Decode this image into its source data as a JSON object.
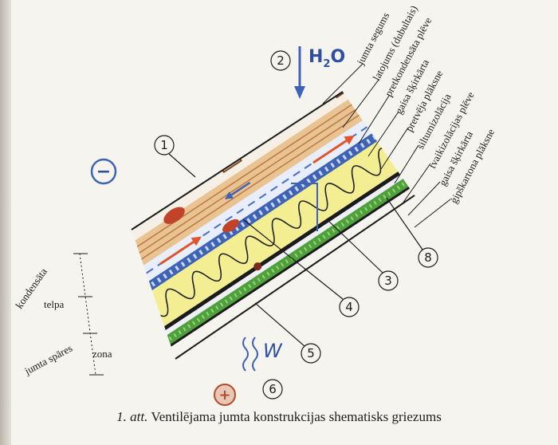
{
  "caption": {
    "figure_ref": "1. att.",
    "text": "Ventilējama jumta konstrukcijas shematisks griezums"
  },
  "layer_labels": [
    "jumta segums",
    "latojums (dubultais)",
    "pretkondensāta plēve",
    "gaisa šķirkārta",
    "pretvēja plāksne",
    "siltumizolācija",
    "tvaikizolācijas plēve",
    "gaisa šķirkārta",
    "ģipškartona plāksne"
  ],
  "zones": {
    "condensate_line1": "kondensāta",
    "condensate_line2": "telpa",
    "rafter_line1": "jumta spāres",
    "rafter_line2": "zona"
  },
  "markers": [
    "1",
    "2",
    "3",
    "4",
    "5",
    "6",
    "8"
  ],
  "water_symbol": {
    "letter": "H",
    "sub": "2",
    "tail": "O"
  },
  "vapor_symbol": "W",
  "minus_symbol": "−",
  "plus_symbol": "+",
  "colors": {
    "wood": "#e9c392",
    "membrane_blue": "#3e63b5",
    "insulation": "#f3ee92",
    "gypsum": "#4ea13a",
    "arrow_red": "#e0552a",
    "droplet": "#c1432a"
  }
}
